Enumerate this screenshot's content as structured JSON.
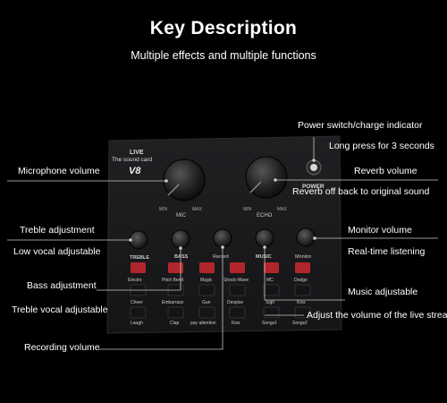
{
  "header": {
    "title": "Key Description",
    "subtitle": "Multiple effects and multiple functions"
  },
  "device": {
    "brand_line1": "LIVE",
    "brand_line2": "The sound card",
    "model": "V8",
    "power_label": "POWER",
    "knob_labels": {
      "mic": "MIC",
      "echo": "ECHO",
      "min": "MIN",
      "max": "MAX",
      "treble": "TREBLE",
      "bass": "BASS",
      "record": "Record",
      "music": "MUSIC",
      "monitor": "Monitor"
    },
    "button_rows": [
      [
        "Electro",
        "Pitch Bend",
        "Magic",
        "Shock-Wave",
        "MC",
        "Dodge"
      ],
      [
        "Cheer",
        "Embarrass",
        "Gun",
        "Despise",
        "Sigh",
        "Kiss"
      ],
      [
        "Laugh",
        "Clap",
        "pay attention",
        "Kiss",
        "Songs1",
        "Songs2"
      ]
    ],
    "colors": {
      "body": "#1b1b1d",
      "red_button": "#b0262c",
      "dark_button": "#141416",
      "line": "#c9c9c9"
    }
  },
  "callouts": {
    "power_switch": "Power switch/charge indicator",
    "long_press": "Long press for 3 seconds",
    "reverb_volume": "Reverb volume",
    "reverb_off": "Reverb off back to original sound",
    "microphone_volume": "Microphone volume",
    "treble": "Treble adjustment",
    "low_vocal": "Low vocal adjustable",
    "monitor_volume": "Monitor volume",
    "realtime": "Real-time listening",
    "bass": "Bass adjustment",
    "music": "Music adjustable",
    "treble_vocal": "Treble vocal adjustable",
    "live_stream": "Adjust the volume of the live stream",
    "recording": "Recording volume"
  }
}
